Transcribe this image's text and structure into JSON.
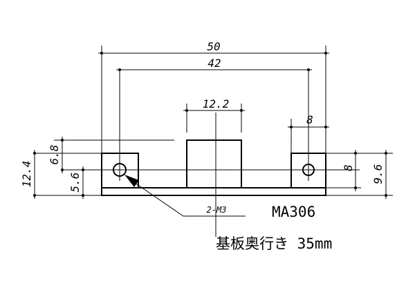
{
  "dimensions": {
    "overall_width": "50",
    "hole_pitch": "42",
    "center_block_width": "12.2",
    "right_block_width": "8",
    "left_total_height": "12.4",
    "left_upper_height": "6.8",
    "left_lower_height": "5.6",
    "right_block_height": "8",
    "right_total_height": "9.6"
  },
  "callout": {
    "hole_label": "2-M3"
  },
  "title": {
    "model": "MA306",
    "depth_note": "基板奥行き 35mm"
  }
}
